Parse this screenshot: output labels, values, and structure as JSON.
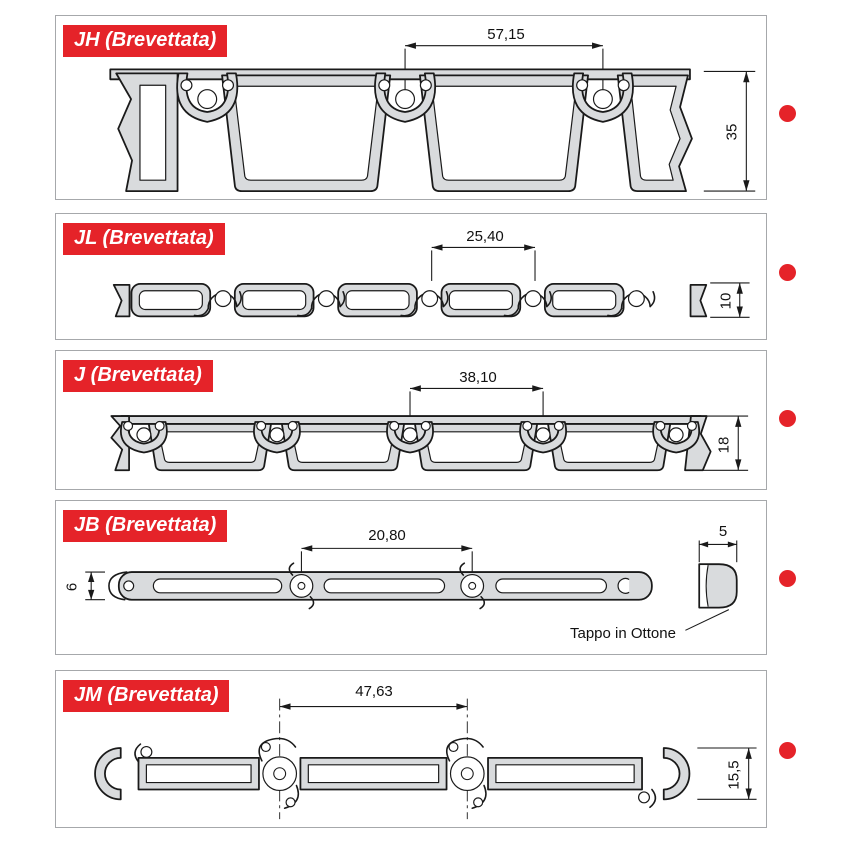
{
  "page": {
    "type": "technical-profile-catalog"
  },
  "colors": {
    "label_background": "#e52329",
    "label_text": "#ffffff",
    "panel_border": "#a6a8ab",
    "drawing_stroke": "#1a1a1a",
    "profile_fill": "#d9dbdd",
    "marker_red": "#e52329"
  },
  "panels": [
    {
      "id": "jh",
      "label": "JH (Brevettata)",
      "width_dim": "57,15",
      "height_dim": "35"
    },
    {
      "id": "jl",
      "label": "JL (Brevettata)",
      "width_dim": "25,40",
      "height_dim": "10"
    },
    {
      "id": "j",
      "label": "J (Brevettata)",
      "width_dim": "38,10",
      "height_dim": "18"
    },
    {
      "id": "jb",
      "label": "JB (Brevettata)",
      "width_dim": "20,80",
      "height_dim": "6",
      "cap_width_dim": "5",
      "cap_note": "Tappo in Ottone"
    },
    {
      "id": "jm",
      "label": "JM (Brevettata)",
      "width_dim": "47,63",
      "height_dim": "15,5"
    }
  ]
}
